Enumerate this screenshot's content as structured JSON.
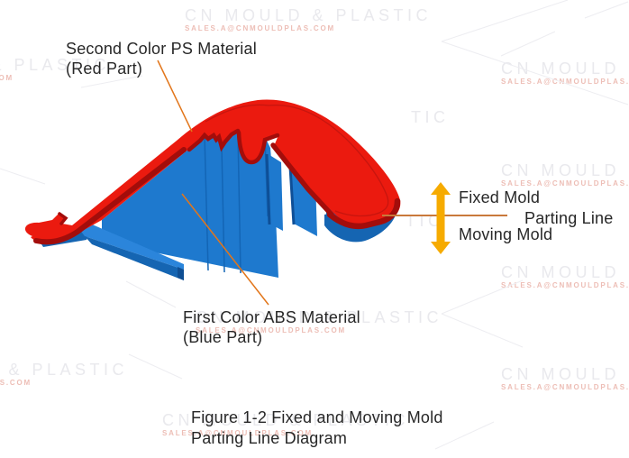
{
  "labels": {
    "second_color": {
      "line1": "Second Color PS Material",
      "line2": "(Red Part)"
    },
    "first_color": {
      "line1": "First Color ABS Material",
      "line2": "(Blue Part)"
    },
    "fixed_mold": "Fixed Mold",
    "parting_line": "Parting Line",
    "moving_mold": "Moving Mold"
  },
  "caption": {
    "line1": "Figure 1-2 Fixed and Moving Mold",
    "line2": "Parting Line Diagram"
  },
  "watermark": {
    "brand": "CN MOULD & PLASTIC",
    "email": "SALES.A@CNMOULDPLAS.COM",
    "fragment_tic": "TIC"
  },
  "colors": {
    "red_top": "#EB1A0F",
    "red_dark": "#A30D0B",
    "red_seam": "#C7150F",
    "blue_light": "#2B85DB",
    "blue_main": "#1E79CE",
    "blue_mid": "#1565B2",
    "blue_dark": "#0F4E93",
    "arrow_yellow": "#F6AB00",
    "leader_orange": "#E2761B",
    "parting_line_orange": "#C9793B",
    "text": "#272727",
    "watermark_gray": "#E9E9ED",
    "watermark_pink": "#EDBEB6"
  }
}
